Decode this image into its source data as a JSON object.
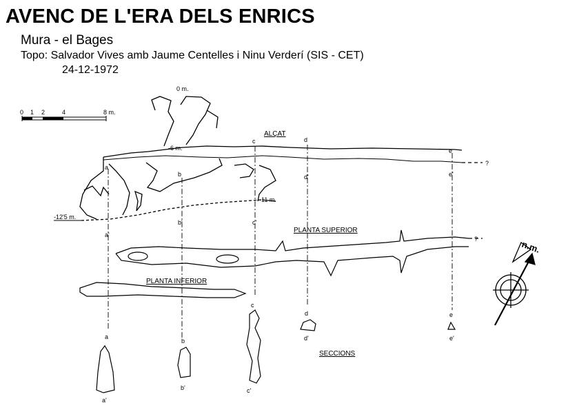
{
  "header": {
    "title": "AVENC DE L'ERA DELS ENRICS",
    "location": "Mura - el Bages",
    "credits": "Topo: Salvador Vives amb Jaume Centelles i Ninu Verderí  (SIS - CET)",
    "date": "24-12-1972"
  },
  "scale": {
    "ticks": [
      "0",
      "1",
      "2",
      "4",
      "8 m."
    ]
  },
  "labels": {
    "entrance_depth": "0 m.",
    "depth_6": "-6 m.",
    "depth_11": "-11 m.",
    "depth_12": "-12'5 m.",
    "alcat": "ALÇAT",
    "planta_superior": "PLANTA SUPERIOR",
    "planta_inferior": "PLANTA INFERIOR",
    "seccions": "SECCIONS",
    "unknown_1": "?",
    "unknown_2": "?",
    "north": "n.m."
  },
  "sections": {
    "a": "a",
    "a_prime": "a'",
    "b": "b",
    "b_prime": "b'",
    "c": "c",
    "c_prime": "c'",
    "d": "d",
    "d_prime": "d'",
    "e": "e",
    "e_prime": "e'"
  }
}
